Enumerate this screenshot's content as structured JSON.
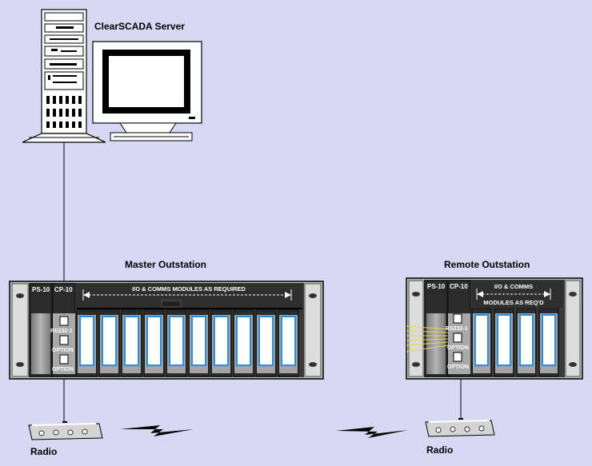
{
  "labels": {
    "server": "ClearSCADA Server",
    "master": "Master Outstation",
    "remote": "Remote Outstation",
    "radio_left": "Radio",
    "radio_right": "Radio"
  },
  "master_rack": {
    "ps": "PS-10",
    "cp": "CP-10",
    "io_banner": "I/O & COMMS MODULES AS REQUIRED",
    "ports": [
      "RS232-1",
      "OPTION",
      "OPTION"
    ],
    "io_module_count": 10
  },
  "remote_rack": {
    "ps": "PS-10",
    "cp": "CP-10",
    "io_banner_line1": "I/O & COMMS",
    "io_banner_line2": "MODULES AS REQ'D",
    "ports": [
      "RS232-1",
      "OPTION",
      "OPTION"
    ],
    "io_module_count": 4
  },
  "colors": {
    "background": "#d8d8f4",
    "rack_dark": "#333333",
    "module_grey": "#9a9a9a",
    "module_stripe": "#2a8fd8",
    "wire": "#000000",
    "lightning": "#000000"
  },
  "icons": [
    "server-tower-icon",
    "monitor-icon",
    "radio-icon",
    "radio-link-lightning-icon"
  ]
}
